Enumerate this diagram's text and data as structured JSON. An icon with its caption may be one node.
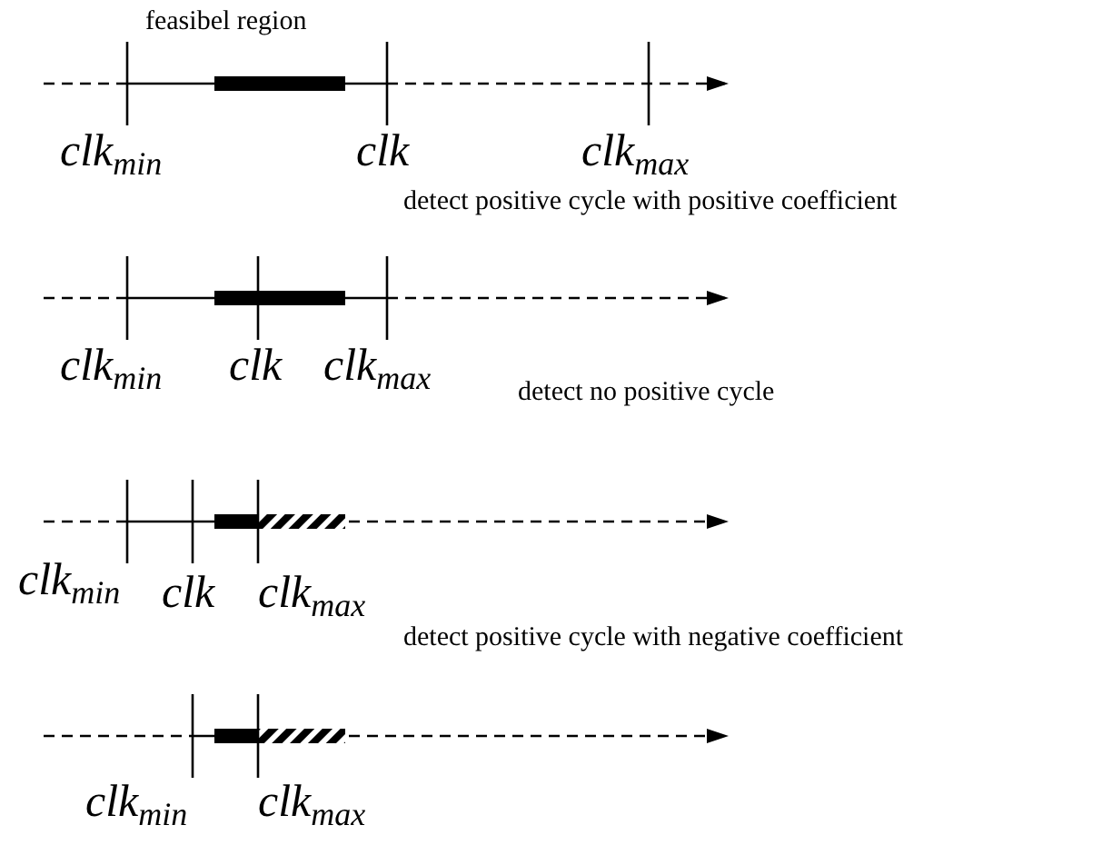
{
  "diagram": {
    "labels": [
      "feasibel region",
      "clk$_{min}$",
      "clk",
      "clk$_{max}$",
      "detect positive cycle with positive coefficient",
      "clk$_{min}$",
      "clk",
      "clk$_{max}$",
      "detect no positive cycle",
      "clk$_{min}$",
      "clk",
      "clk$_{max}$",
      "detect positive cycle with negative coefficient",
      "clk$_{min}$",
      "clk$_{max}$"
    ]
  }
}
